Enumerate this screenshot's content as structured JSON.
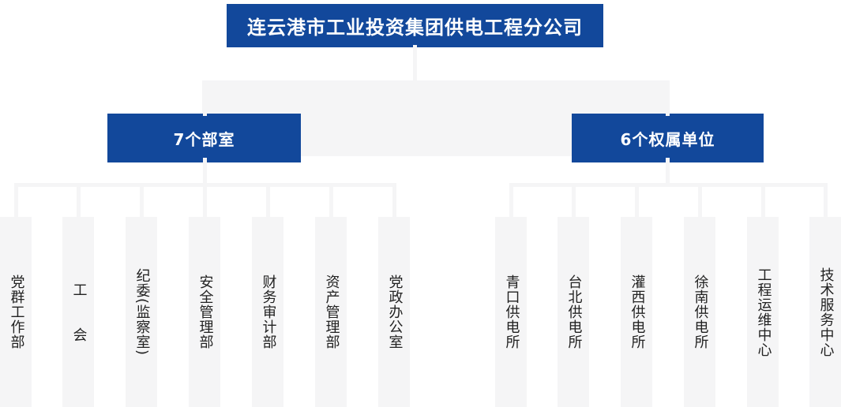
{
  "org": {
    "root": {
      "label": "连云港市工业投资集团供电工程分公司"
    },
    "groups": [
      {
        "label": "7个部室",
        "members": [
          "党群工作部",
          "工　　会",
          "纪委(监察室)",
          "安全管理部",
          "财务审计部",
          "资产管理部",
          "党政办公室"
        ]
      },
      {
        "label": "6个权属单位",
        "members": [
          "青口供电所",
          "台北供电所",
          "灌西供电所",
          "徐南供电所",
          "工程运维中心",
          "技术服务中心"
        ]
      }
    ],
    "colors": {
      "node_blue": "#12489b",
      "connector_gray": "#f5f5f6",
      "node_text": "#ffffff",
      "leaf_text": "#222222"
    }
  }
}
